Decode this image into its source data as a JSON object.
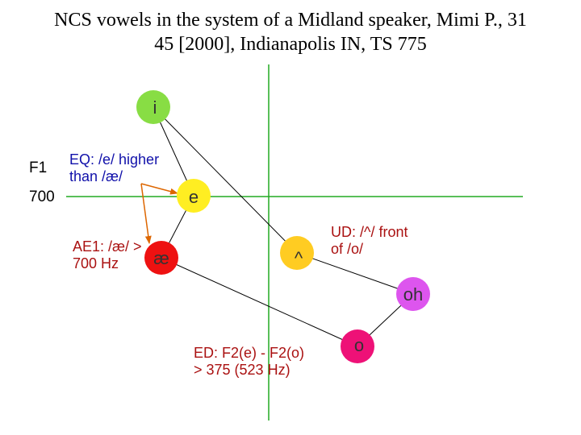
{
  "title_line1": "NCS vowels in the system of a Midland speaker, Mimi P., 31",
  "title_line2": "45 [2000], Indianapolis IN, TS 775",
  "axis": {
    "f1_label": "F1",
    "f1_value": "700"
  },
  "colors": {
    "axis": "#22aa22",
    "text_red": "#aa1111",
    "text_blue": "#1111aa",
    "arrow": "#dd6600",
    "connector": "#000000"
  },
  "vowels": [
    {
      "id": "i",
      "symbol": "i",
      "color": "#88dd44"
    },
    {
      "id": "e",
      "symbol": "e",
      "color": "#ffee22"
    },
    {
      "id": "ae",
      "symbol": "æ",
      "color": "#ee1111"
    },
    {
      "id": "uh",
      "symbol": "^",
      "color": "#ffcc22"
    },
    {
      "id": "oh",
      "symbol": "oh",
      "color": "#dd55ee"
    },
    {
      "id": "o",
      "symbol": "o",
      "color": "#ee1177"
    }
  ],
  "annotations": {
    "eq": {
      "line1": "EQ: /e/ higher",
      "line2": "than /æ/"
    },
    "ae1": {
      "line1": "AE1: /æ/ >",
      "line2": "700 Hz"
    },
    "ud": {
      "line1": "UD: /^/ front",
      "line2": "of /o/"
    },
    "ed": {
      "line1": "ED: F2(e) - F2(o)",
      "line2": "> 375  (523 Hz)"
    }
  }
}
